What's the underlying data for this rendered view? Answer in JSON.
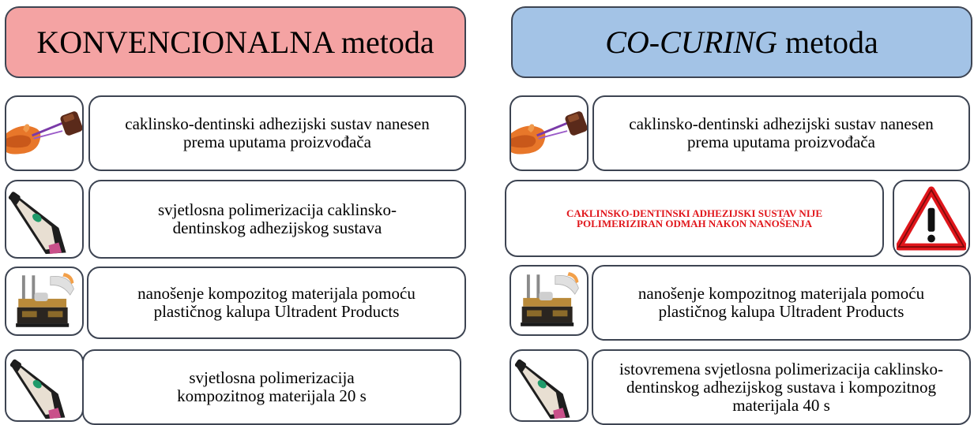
{
  "left": {
    "title": "KONVENCIONALNA metoda",
    "steps": [
      {
        "icon": "adhesive-brush-icon",
        "text": "caklinsko-dentinski adhezijski sustav nanesen prema uputama proizvođača"
      },
      {
        "icon": "curing-light-icon",
        "text": "svjetlosna polimerizacija caklinsko-dentinskog adhezijskog sustava"
      },
      {
        "icon": "ultradent-mold-icon",
        "text": "nanošenje kompozitog materijala pomoću plastičnog kalupa Ultradent Products"
      },
      {
        "icon": "curing-light-icon",
        "text": "svjetlosna polimerizacija kompozitnog materijala 20 s"
      }
    ]
  },
  "right": {
    "title_italic": "CO-CURING",
    "title_rest": " metoda",
    "steps": [
      {
        "icon": "adhesive-brush-icon",
        "text": "caklinsko-dentinski adhezijski sustav nanesen prema uputama proizvođača"
      },
      {
        "icon": "warning-triangle-icon",
        "text": "CAKLINSKO-DENTINSKI ADHEZIJSKI SUSTAV NIJE POLIMERIZIRAN ODMAH NAKON NANOŠENJA"
      },
      {
        "icon": "ultradent-mold-icon",
        "text": "nanošenje kompozitnog materijala pomoću plastičnog kalupa Ultradent Products"
      },
      {
        "icon": "curing-light-icon",
        "text": "istovremena svjetlosna polimerizacija caklinsko-dentinskog adhezijskog sustava i kompozitnog materijala 40 s"
      }
    ]
  },
  "colors": {
    "conventional_header": "#f4a3a3",
    "cocuring_header": "#a3c3e6",
    "warning_text": "#e0161b",
    "border": "#3d4452"
  }
}
